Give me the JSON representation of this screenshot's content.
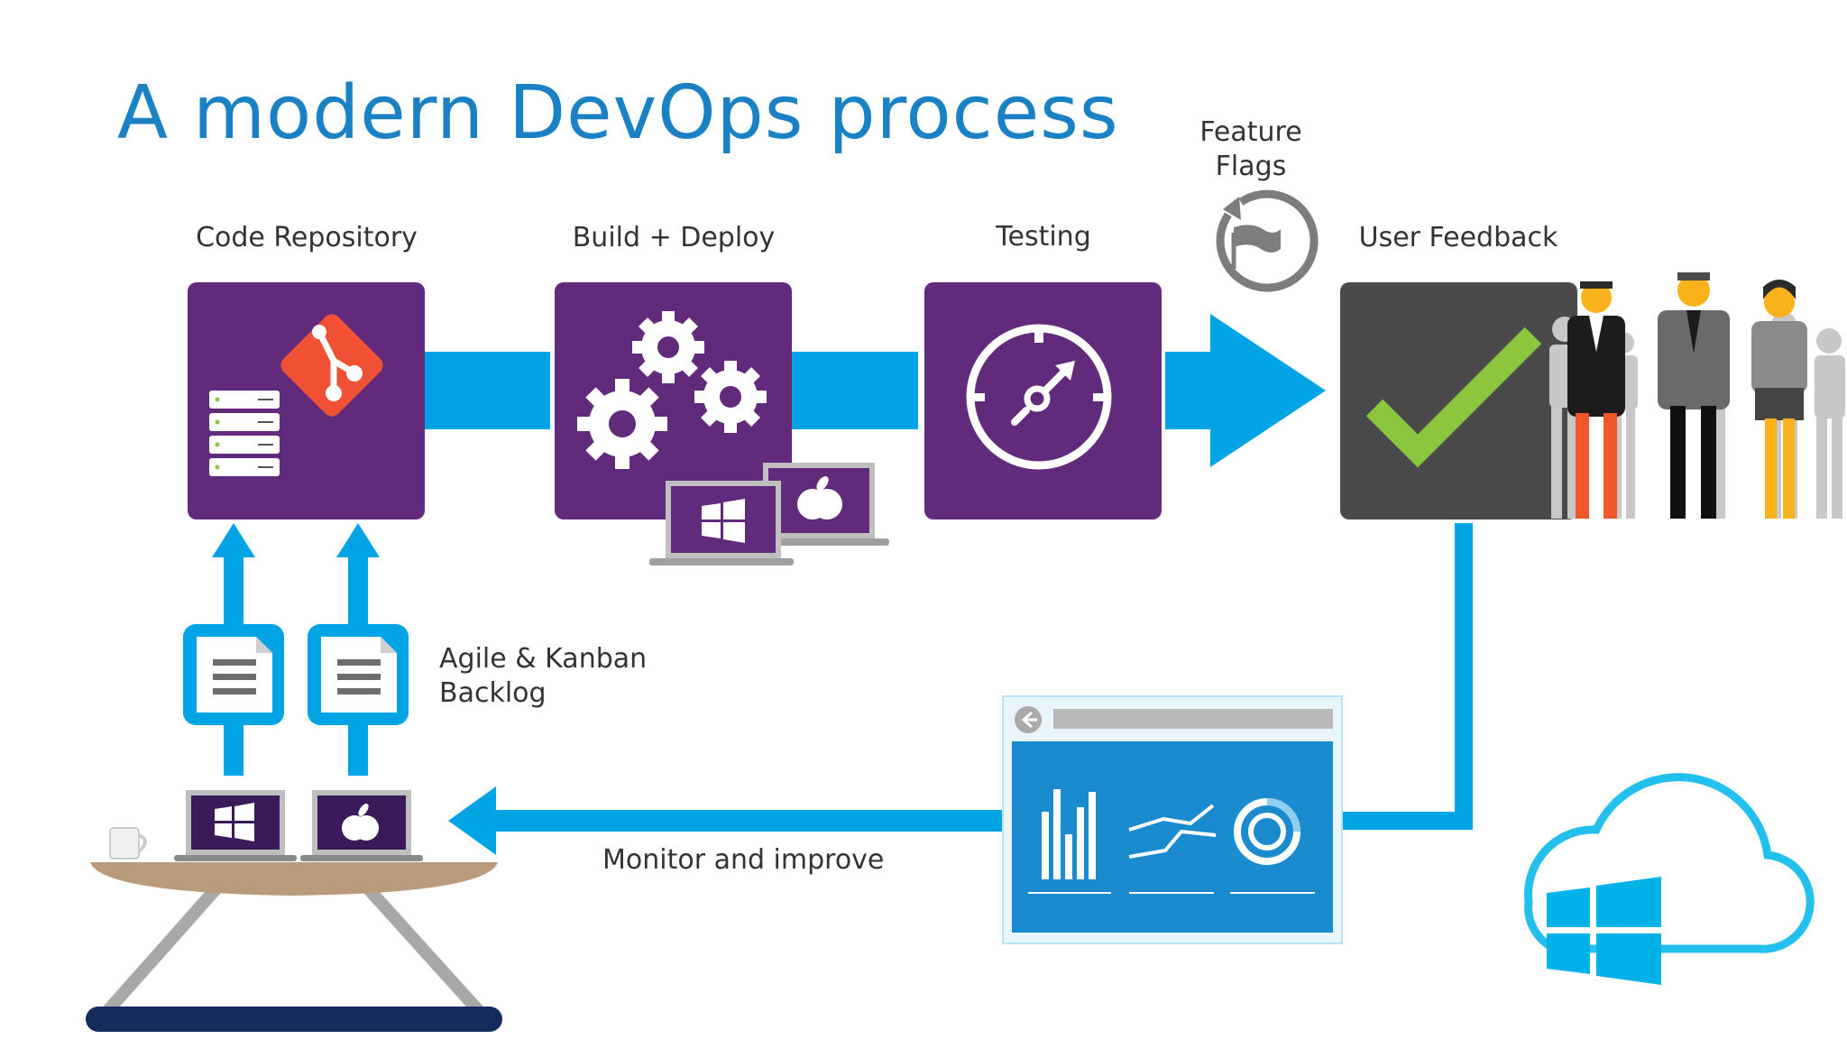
{
  "title": "A modern DevOps process",
  "labels": {
    "code_repository": "Code Repository",
    "build_deploy": "Build + Deploy",
    "testing": "Testing",
    "feature_flags_line1": "Feature",
    "feature_flags_line2": "Flags",
    "user_feedback": "User Feedback",
    "backlog_line1": "Agile & Kanban",
    "backlog_line2": "Backlog",
    "monitor": "Monitor and improve"
  },
  "colors": {
    "title": "#1a82c4",
    "purple": "#622a7a",
    "arrow_blue": "#00a4e4",
    "dark_gray": "#4a4a4a",
    "git_red": "#f05033",
    "check_green": "#8cc63f",
    "dashboard_blue": "#1b8bcf",
    "table_top": "#b99a7a",
    "table_base": "#132c5b"
  },
  "icons": [
    "git-icon",
    "server-icon",
    "gears-icon",
    "windows-logo-icon",
    "apple-logo-icon",
    "gauge-icon",
    "feature-flag-icon",
    "checkmark-icon",
    "people-icon",
    "document-icon",
    "coffee-mug-icon",
    "dashboard-icon",
    "cloud-windows-icon"
  ]
}
